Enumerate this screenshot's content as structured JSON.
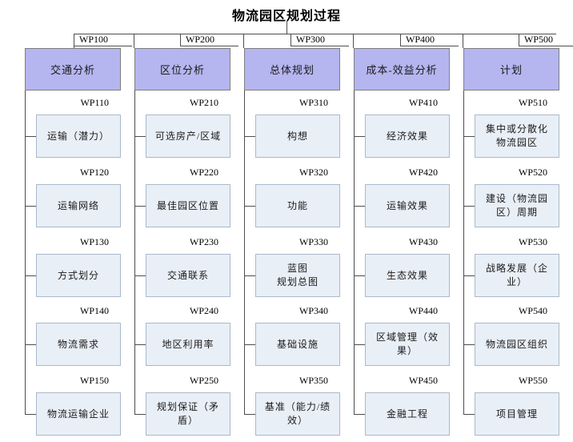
{
  "title": "物流园区规划过程",
  "colors": {
    "header_fill": "#b5b5f0",
    "header_border": "#7f7f7f",
    "item_fill": "#e9eff7",
    "item_border": "#aab9ca",
    "connector_line": "#4d4d4d"
  },
  "columns": [
    {
      "code": "WP100",
      "title": "交通分析",
      "items": [
        {
          "code": "WP110",
          "label": "运输（潜力）"
        },
        {
          "code": "WP120",
          "label": "运输网络"
        },
        {
          "code": "WP130",
          "label": "方式划分"
        },
        {
          "code": "WP140",
          "label": "物流需求"
        },
        {
          "code": "WP150",
          "label": "物流运输企业"
        }
      ]
    },
    {
      "code": "WP200",
      "title": "区位分析",
      "items": [
        {
          "code": "WP210",
          "label": "可选房产/区域"
        },
        {
          "code": "WP220",
          "label": "最佳园区位置"
        },
        {
          "code": "WP230",
          "label": "交通联系"
        },
        {
          "code": "WP240",
          "label": "地区利用率"
        },
        {
          "code": "WP250",
          "label": "规划保证（矛盾）"
        }
      ]
    },
    {
      "code": "WP300",
      "title": "总体规划",
      "items": [
        {
          "code": "WP310",
          "label": "构想"
        },
        {
          "code": "WP320",
          "label": "功能"
        },
        {
          "code": "WP330",
          "label": "蓝图\n规划总图"
        },
        {
          "code": "WP340",
          "label": "基础设施"
        },
        {
          "code": "WP350",
          "label": "基准（能力/绩效）"
        }
      ]
    },
    {
      "code": "WP400",
      "title": "成本-效益分析",
      "items": [
        {
          "code": "WP410",
          "label": "经济效果"
        },
        {
          "code": "WP420",
          "label": "运输效果"
        },
        {
          "code": "WP430",
          "label": "生态效果"
        },
        {
          "code": "WP440",
          "label": "区域管理（效果）"
        },
        {
          "code": "WP450",
          "label": "金融工程"
        }
      ]
    },
    {
      "code": "WP500",
      "title": "计划",
      "items": [
        {
          "code": "WP510",
          "label": "集中或分散化物流园区"
        },
        {
          "code": "WP520",
          "label": "建设（物流园区）周期"
        },
        {
          "code": "WP530",
          "label": "战略发展（企业）"
        },
        {
          "code": "WP540",
          "label": "物流园区组织"
        },
        {
          "code": "WP550",
          "label": "项目管理"
        }
      ]
    }
  ]
}
